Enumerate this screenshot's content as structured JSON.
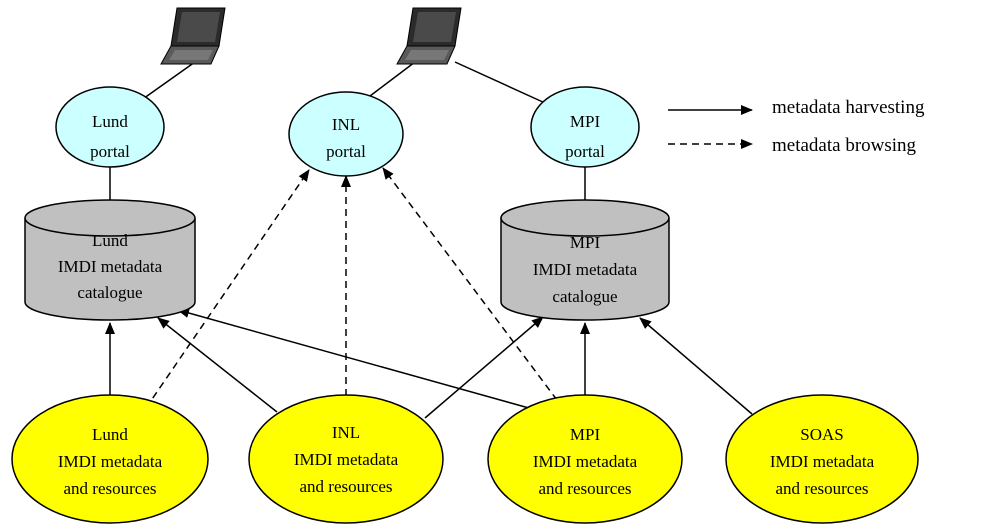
{
  "legend": {
    "harvesting": "metadata harvesting",
    "browsing": "metadata browsing"
  },
  "portals": {
    "lund": [
      "Lund",
      "portal"
    ],
    "inl": [
      "INL",
      "portal"
    ],
    "mpi": [
      "MPI",
      "portal"
    ]
  },
  "catalogues": {
    "lund": [
      "Lund",
      "IMDI metadata",
      "catalogue"
    ],
    "mpi": [
      "MPI",
      "IMDI metadata",
      "catalogue"
    ]
  },
  "sources": {
    "lund": [
      "Lund",
      "IMDI metadata",
      "and resources"
    ],
    "inl": [
      "INL",
      "IMDI metadata",
      "and resources"
    ],
    "mpi": [
      "MPI",
      "IMDI metadata",
      "and resources"
    ],
    "soas": [
      "SOAS",
      "IMDI metadata",
      "and resources"
    ]
  },
  "colors": {
    "portal_fill": "#ccffff",
    "catalogue_fill": "#c0c0c0",
    "source_fill": "#ffff00",
    "stroke": "#000000"
  },
  "icons": [
    "laptop-icon",
    "laptop-icon"
  ]
}
